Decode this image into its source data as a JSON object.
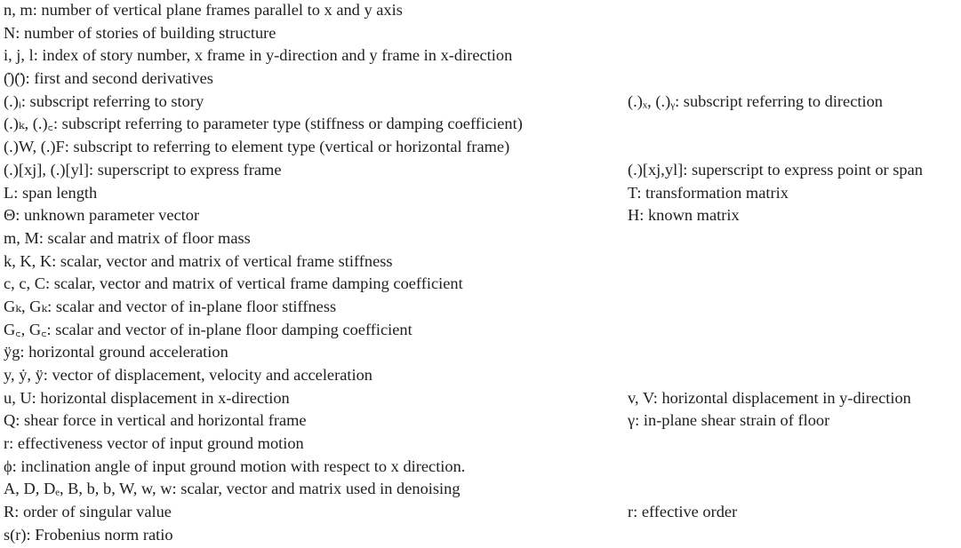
{
  "nomenclature": [
    {
      "left": "n, m: number of vertical plane frames parallel to x and y axis",
      "right": ""
    },
    {
      "left": "N: number of stories of building structure",
      "right": ""
    },
    {
      "left": "i, j, l: index of story number, x frame in y-direction and y frame in x-direction",
      "right": ""
    },
    {
      "left": "(̇)(̈): first and second derivatives",
      "right": ""
    },
    {
      "left": "(.)ᵢ: subscript referring to story",
      "right": "(.)ₓ, (.)ᵧ: subscript referring to direction"
    },
    {
      "left": "(.)ₖ, (.)꜀: subscript referring to parameter type (stiffness or damping coefficient)",
      "right": ""
    },
    {
      "left": "(.)W, (.)F: subscript to referring to element type (vertical or horizontal frame)",
      "right": ""
    },
    {
      "left": "(.)[xj], (.)[yl]: superscript to express frame",
      "right": "(.)[xj,yl]: superscript to express point or span"
    },
    {
      "left": "L: span length",
      "right": "T: transformation matrix"
    },
    {
      "left": "Θ: unknown parameter vector",
      "right": "H: known matrix"
    },
    {
      "left": "m, M: scalar and matrix of floor mass",
      "right": ""
    },
    {
      "left": "k, K, K: scalar, vector and matrix of vertical frame stiffness",
      "right": ""
    },
    {
      "left": "c, c, C: scalar, vector and matrix of vertical frame damping coefficient",
      "right": ""
    },
    {
      "left": "Gₖ, Gₖ: scalar and vector of in-plane floor stiffness",
      "right": ""
    },
    {
      "left": "G꜀, G꜀: scalar and vector of in-plane floor damping coefficient",
      "right": ""
    },
    {
      "left": "ÿg: horizontal ground acceleration",
      "right": ""
    },
    {
      "left": "y, ẏ, ÿ: vector of displacement, velocity and acceleration",
      "right": ""
    },
    {
      "left": "u, U: horizontal displacement in x-direction",
      "right": "v, V: horizontal displacement in y-direction"
    },
    {
      "left": "Q: shear force in vertical and horizontal frame",
      "right": "γ: in-plane shear strain of floor"
    },
    {
      "left": "r: effectiveness vector of input ground motion",
      "right": ""
    },
    {
      "left": "ϕ: inclination angle of input ground motion with respect to x direction.",
      "right": ""
    },
    {
      "left": "A, D, Dₑ, B, b, b, W, w, w: scalar, vector and matrix used in denoising",
      "right": ""
    },
    {
      "left": "R: order of singular value",
      "right": "r: effective order"
    },
    {
      "left": "s(r): Frobenius norm ratio",
      "right": ""
    }
  ]
}
